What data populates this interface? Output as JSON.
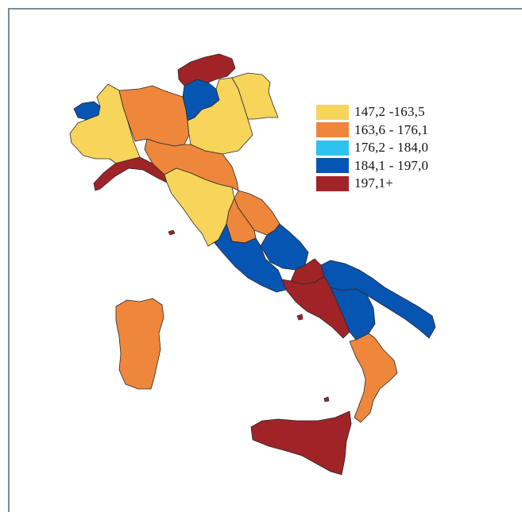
{
  "legend": {
    "items": [
      {
        "label": "147,2 -163,5",
        "color": "#f6d55a"
      },
      {
        "label": "163,6 - 176,1",
        "color": "#ee873c"
      },
      {
        "label": "176,2 - 184,0",
        "color": "#2fc2ef"
      },
      {
        "label": "184,1 - 197,0",
        "color": "#0755b3"
      },
      {
        "label": "197,1+",
        "color": "#a02328"
      }
    ]
  }
}
